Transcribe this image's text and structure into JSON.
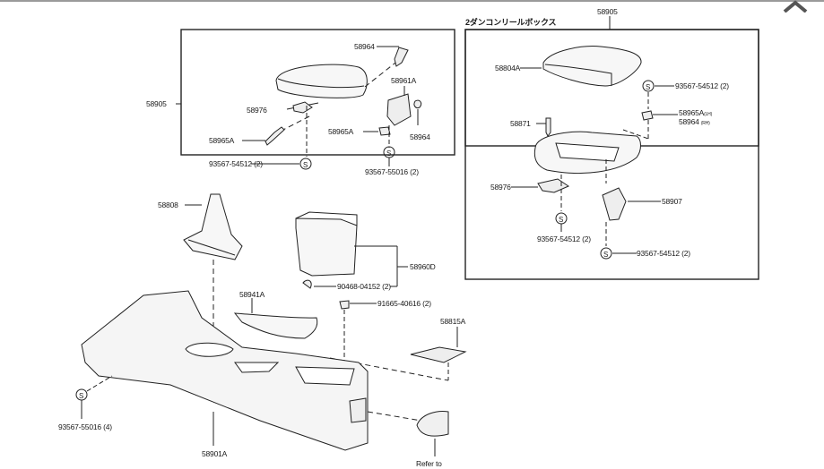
{
  "diagram": {
    "title_jp": "2ダンコンリールボックス",
    "footer_text": "Refer to",
    "navigation": {
      "collapse_icon": "chevron-up-icon"
    },
    "left_box": {
      "group_label": "58905",
      "parts": {
        "p58964_top": "58964",
        "p58961A": "58961A",
        "p58976": "58976",
        "p58965A_left": "58965A",
        "p58965A_right": "58965A",
        "p58964_right": "58964",
        "screw_54512": "93567-54512 (2)",
        "screw_55016": "93567-55016 (2)"
      }
    },
    "right_box": {
      "group_label": "58905",
      "parts": {
        "p58804A": "58804A",
        "screw_top": "93567-54512 (2)",
        "p58965A_lh": "58965A",
        "lh": "(LH)",
        "p58964_rh": "58964",
        "rh": "(RH)",
        "p58871": "58871",
        "p58976": "58976",
        "p58907": "58907",
        "screw_left": "93567-54512 (2)",
        "screw_right": "93567-54512 (2)"
      }
    },
    "lower": {
      "p58808": "58808",
      "p58960D": "58960D",
      "clip_90468": "90468-04152 (2)",
      "p58941A": "58941A",
      "screw_91665": "91665-40616 (2)",
      "p58815A": "58815A",
      "screw_55016_4": "93567-55016 (4)",
      "p58901A": "58901A"
    }
  }
}
